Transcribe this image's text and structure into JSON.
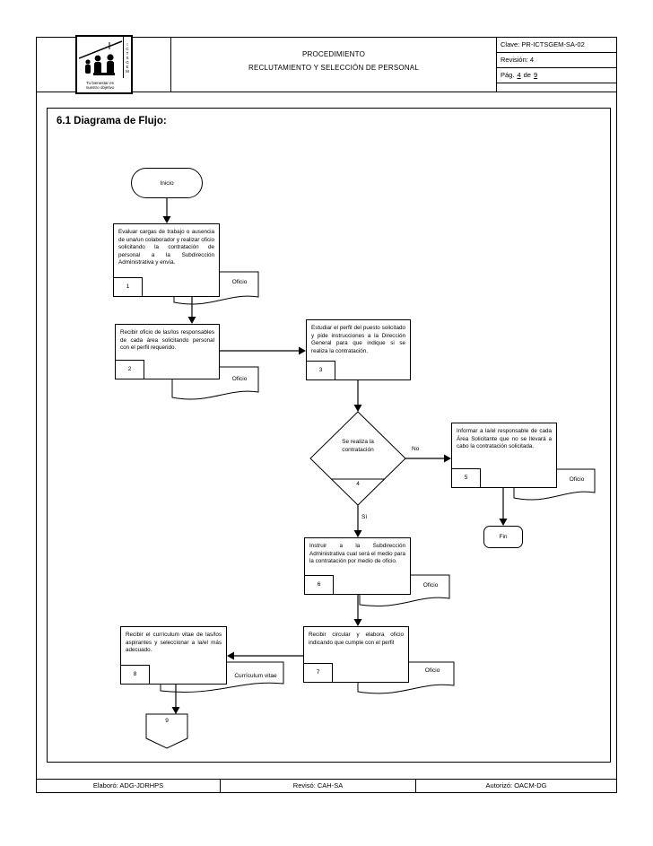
{
  "header": {
    "logo": {
      "caption": "Tu bienestar es nuestro objetivo",
      "side_text": "ICTSGEM"
    },
    "title_line1": "PROCEDIMIENTO",
    "title_line2": "RECLUTAMIENTO Y SELECCIÓN DE PERSONAL",
    "clave": "Clave: PR-ICTSGEM-SA-02",
    "revision": "Revisión: 4",
    "page": {
      "prefix": "Pág.",
      "current": "4",
      "separator": "de",
      "total": "9"
    }
  },
  "section_title": "6.1 Diagrama de Flujo:",
  "flowchart": {
    "start": "Inicio",
    "end": "Fin",
    "decision": {
      "text": "Se realiza la contratación",
      "step": "4",
      "yes_label": "Sí",
      "no_label": "No"
    },
    "steps": [
      {
        "num": "1",
        "text": "Evaluar cargas de trabajo o ausencia de una/un colaborador y realizar oficio solicitando la contratación de personal a la Subdirección Administrativa y envía.",
        "doc": "Oficio"
      },
      {
        "num": "2",
        "text": "Recibir oficio de las/los responsables de cada área solicitando personal con el perfil requerido.",
        "doc": "Oficio"
      },
      {
        "num": "3",
        "text": "Estudiar el perfil del puesto solicitado y pide instrucciones a la Dirección General para que indique si se realiza la contratación."
      },
      {
        "num": "5",
        "text": "Informar a la/el responsable de cada Área Solicitante que no se llevará a cabo la contratación solicitada.",
        "doc": "Oficio"
      },
      {
        "num": "6",
        "text": "Instruir a la Subdirección Administrativa cual será el medio para la contratación por medio de oficio.",
        "doc": "Oficio"
      },
      {
        "num": "7",
        "text": "Recibir circular y elabora oficio indicando que cumple con el perfil",
        "doc": "Oficio"
      },
      {
        "num": "8",
        "text": "Recibir el currículum vitae de las/los aspirantes y seleccionar a la/el más adecuado.",
        "doc": "Currículum vitae"
      }
    ],
    "connector": "9"
  },
  "footer": {
    "elaboro": "Elaboró: ADG-JDRHPS",
    "reviso": "Revisó: CAH-SA",
    "autorizo": "Autorizó: OACM-DG"
  },
  "colors": {
    "line": "#000000",
    "background": "#ffffff"
  }
}
